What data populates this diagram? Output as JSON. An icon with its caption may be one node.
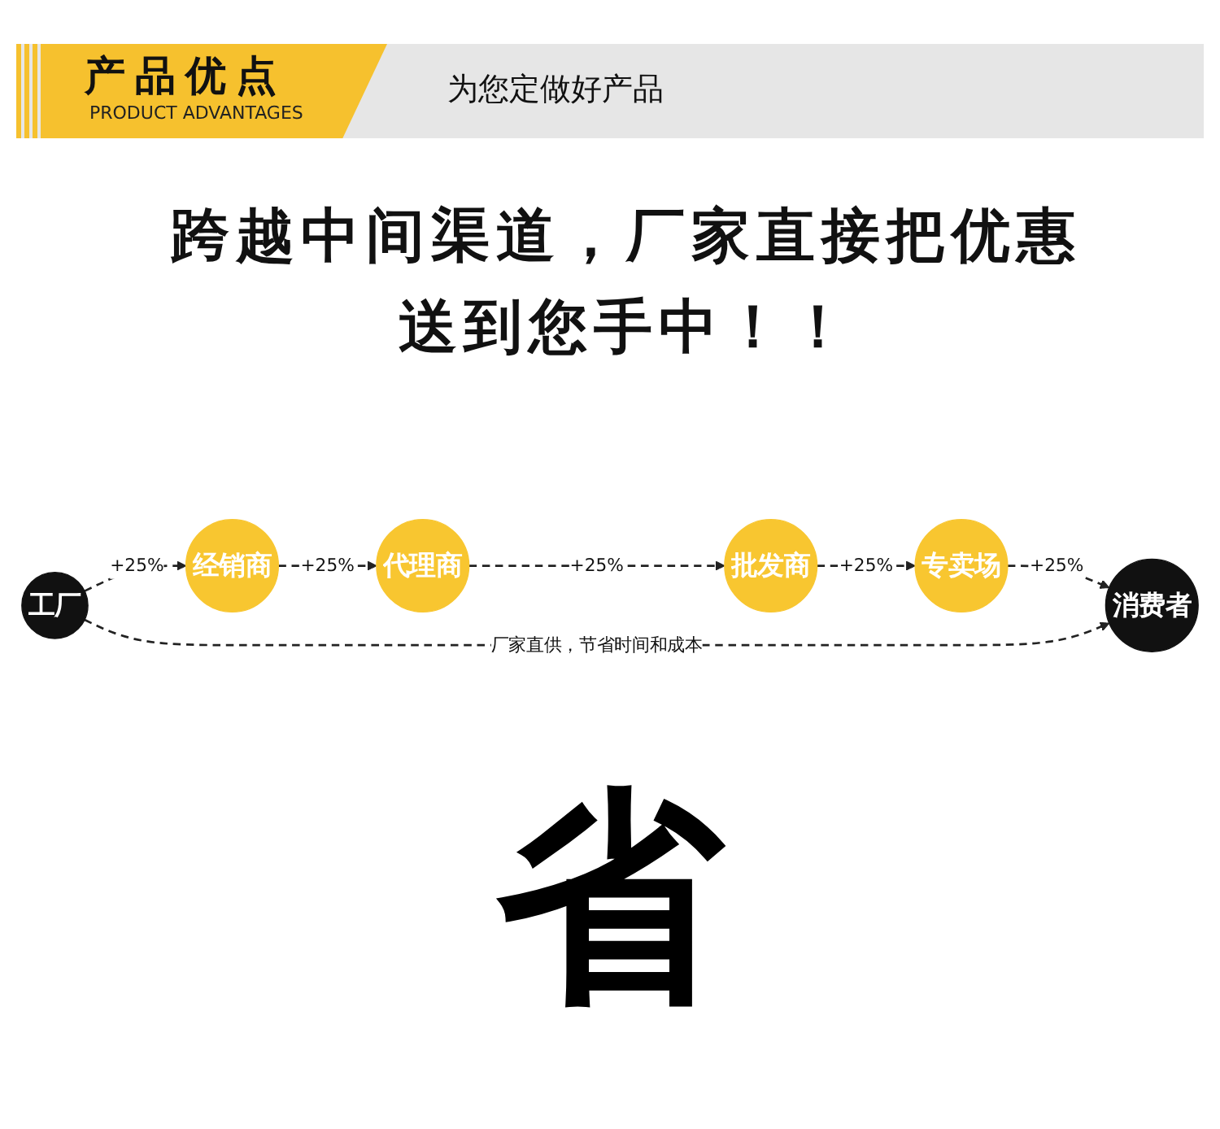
{
  "diagram": {
    "title": "跨越中间渠道，厂家直接把优惠送到您手中！！",
    "nodes": [
      {
        "text": [
          "工厂"
        ]
      },
      {
        "text": [
          "经销商"
        ]
      },
      {
        "text": [
          "代理商"
        ]
      },
      {
        "text": [
          "批发商"
        ]
      },
      {
        "text": [
          "专卖场"
        ]
      },
      {
        "text": [
          "消费者"
        ]
      }
    ],
    "edges": [
      {
        "from": 0,
        "to": 1,
        "arrow": "to",
        "label": "+25%",
        "style": "dashed"
      },
      {
        "from": 1,
        "to": 2,
        "arrow": "to",
        "label": "+25%",
        "style": "dashed"
      },
      {
        "from": 2,
        "to": 3,
        "arrow": "to",
        "label": "+25%",
        "style": "dashed"
      },
      {
        "from": 3,
        "to": 4,
        "arrow": "to",
        "label": "+25%",
        "style": "dashed"
      },
      {
        "from": 4,
        "to": 5,
        "arrow": "to",
        "label": "+25%",
        "style": "dashed"
      },
      {
        "from": 0,
        "to": 5,
        "arrow": "to",
        "label": "厂家直供，节省时间和成本",
        "style": "dashed"
      }
    ],
    "labels": [
      "产品优点",
      "PRODUCT ADVANTAGES",
      "为您定做好产品",
      "省"
    ]
  }
}
